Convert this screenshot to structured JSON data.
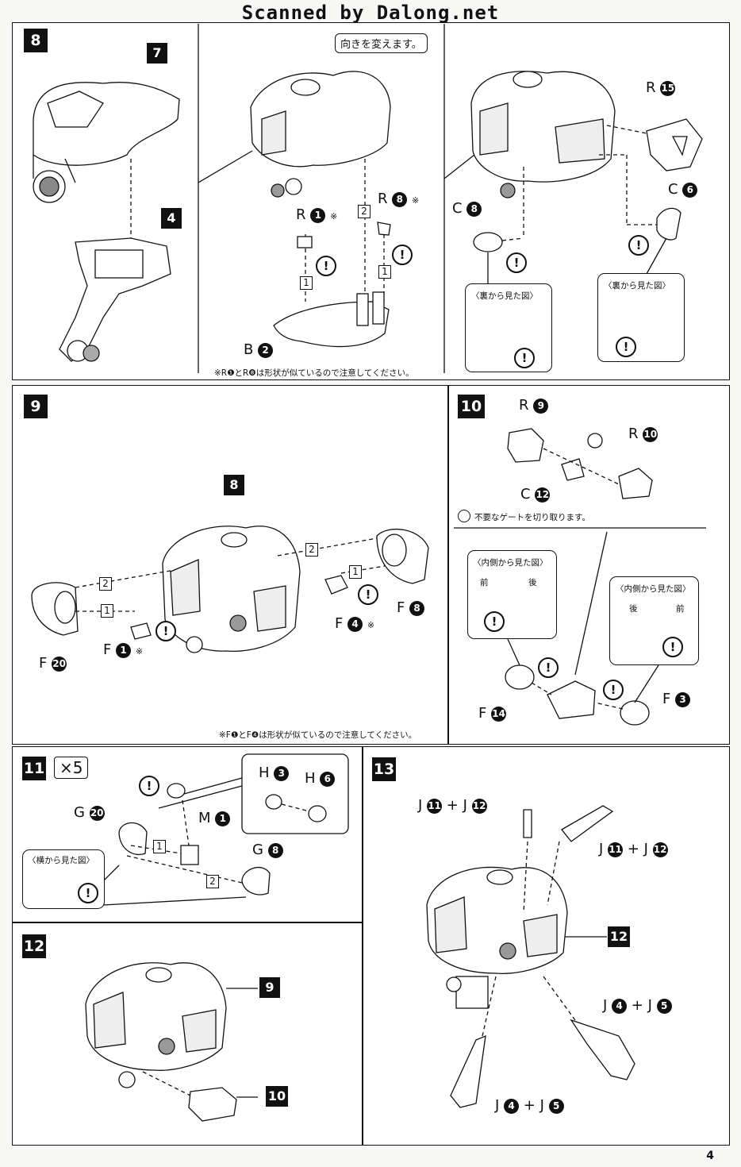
{
  "watermark": "Scanned by Dalong.net",
  "page_number": "4",
  "step8": {
    "number": "8",
    "sub_labels": [
      "7",
      "4"
    ],
    "bubble": "向きを変えます。",
    "part_labels": [
      "R",
      "R",
      "B",
      "R",
      "C",
      "C"
    ],
    "part_numbers": [
      "1",
      "8",
      "2",
      "15",
      "8",
      "6"
    ],
    "asterisk": "※",
    "seq": [
      "1",
      "1",
      "2"
    ],
    "callout_titles": [
      "〈裏から見た図〉",
      "〈裏から見た図〉"
    ],
    "note": "※R❶とR❽は形状が似ているので注意してください。"
  },
  "step9": {
    "number": "9",
    "sub_label": "8",
    "part_labels": [
      "F",
      "F",
      "F",
      "F"
    ],
    "part_numbers": [
      "20",
      "1",
      "4",
      "8"
    ],
    "asterisk": "※",
    "seq": [
      "2",
      "1",
      "2",
      "1"
    ],
    "note": "※F❶とF❹は形状が似ているので注意してください。"
  },
  "step10": {
    "number": "10",
    "part_labels": [
      "R",
      "R",
      "C",
      "F",
      "F"
    ],
    "part_numbers": [
      "9",
      "10",
      "12",
      "14",
      "3"
    ],
    "gate_note": "不要なゲートを切り取ります。",
    "callout_titles": [
      "〈内側から見た図〉",
      "〈内側から見た図〉"
    ],
    "front": "前",
    "back": "後"
  },
  "step11": {
    "number": "11",
    "multiplier": "×5",
    "part_labels": [
      "G",
      "M",
      "G",
      "H",
      "H"
    ],
    "part_numbers": [
      "20",
      "1",
      "8",
      "3",
      "6"
    ],
    "seq": [
      "1",
      "2"
    ],
    "callout_title": "〈横から見た図〉"
  },
  "step12": {
    "number": "12",
    "sub_labels": [
      "9",
      "10"
    ]
  },
  "step13": {
    "number": "13",
    "sub_label": "12",
    "letter": "J",
    "plus": "+",
    "combo_numbers": [
      [
        "11",
        "12"
      ],
      [
        "11",
        "12"
      ],
      [
        "4",
        "5"
      ],
      [
        "4",
        "5"
      ]
    ]
  },
  "warning_mark": "!"
}
